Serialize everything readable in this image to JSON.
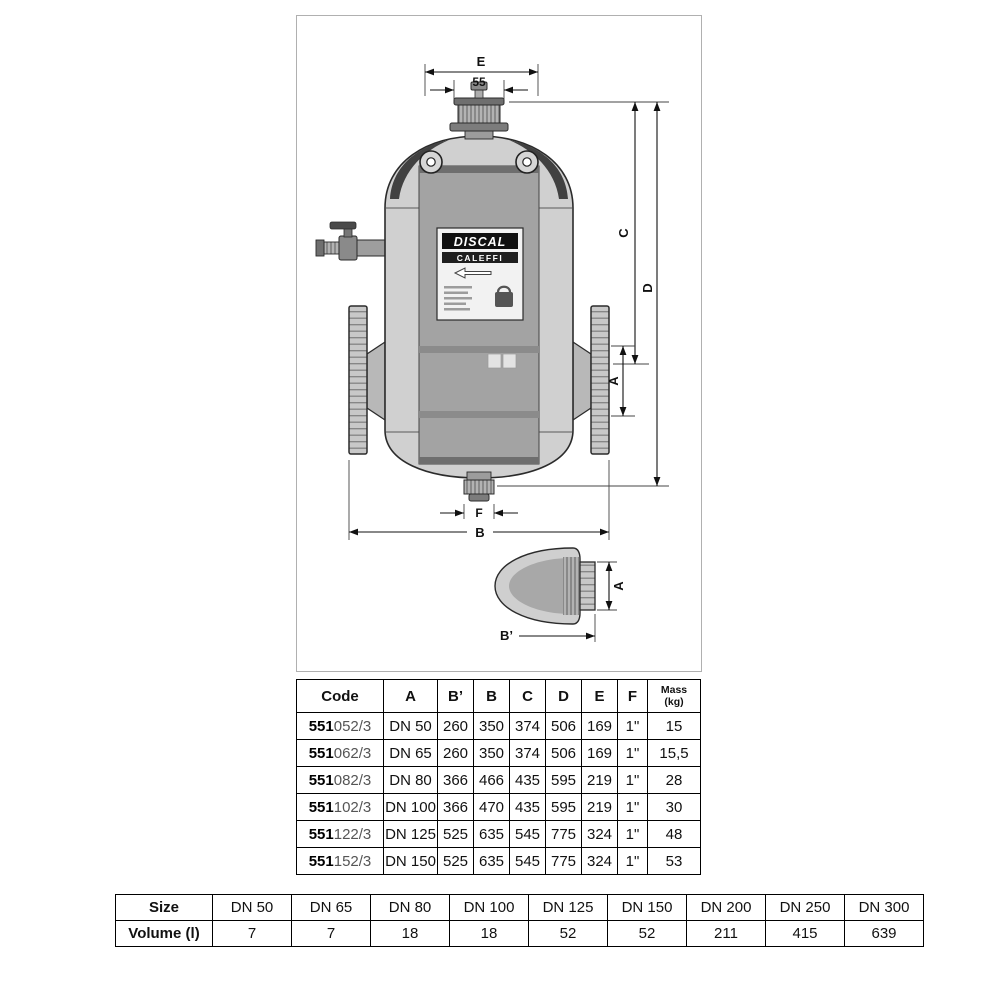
{
  "drawing": {
    "plate": {
      "brand": "DISCAL",
      "maker": "CALEFFI"
    },
    "dims": {
      "e": "E",
      "vent_width": "55",
      "c": "C",
      "d": "D",
      "a_right": "A",
      "f": "F",
      "b": "B",
      "a_detail": "A",
      "b_prime_detail": "B’"
    }
  },
  "dim_table": {
    "headers": {
      "code": "Code",
      "a": "A",
      "b_prime": "B’",
      "b": "B",
      "c": "C",
      "d": "D",
      "e": "E",
      "f": "F",
      "mass_line1": "Mass",
      "mass_line2": "(kg)"
    },
    "rows": [
      {
        "code_bold": "551",
        "code_rest": "052/3",
        "a": "DN 50",
        "b_prime": "260",
        "b": "350",
        "c": "374",
        "d": "506",
        "e": "169",
        "f": "1\"",
        "mass": "15"
      },
      {
        "code_bold": "551",
        "code_rest": "062/3",
        "a": "DN 65",
        "b_prime": "260",
        "b": "350",
        "c": "374",
        "d": "506",
        "e": "169",
        "f": "1\"",
        "mass": "15,5"
      },
      {
        "code_bold": "551",
        "code_rest": "082/3",
        "a": "DN 80",
        "b_prime": "366",
        "b": "466",
        "c": "435",
        "d": "595",
        "e": "219",
        "f": "1\"",
        "mass": "28"
      },
      {
        "code_bold": "551",
        "code_rest": "102/3",
        "a": "DN 100",
        "b_prime": "366",
        "b": "470",
        "c": "435",
        "d": "595",
        "e": "219",
        "f": "1\"",
        "mass": "30"
      },
      {
        "code_bold": "551",
        "code_rest": "122/3",
        "a": "DN 125",
        "b_prime": "525",
        "b": "635",
        "c": "545",
        "d": "775",
        "e": "324",
        "f": "1\"",
        "mass": "48"
      },
      {
        "code_bold": "551",
        "code_rest": "152/3",
        "a": "DN 150",
        "b_prime": "525",
        "b": "635",
        "c": "545",
        "d": "775",
        "e": "324",
        "f": "1\"",
        "mass": "53"
      }
    ]
  },
  "volume_table": {
    "size_label": "Size",
    "volume_label": "Volume (l)",
    "columns": [
      {
        "size": "DN 50",
        "volume": "7"
      },
      {
        "size": "DN 65",
        "volume": "7"
      },
      {
        "size": "DN 80",
        "volume": "18"
      },
      {
        "size": "DN 100",
        "volume": "18"
      },
      {
        "size": "DN 125",
        "volume": "52"
      },
      {
        "size": "DN 150",
        "volume": "52"
      },
      {
        "size": "DN 200",
        "volume": "211"
      },
      {
        "size": "DN 250",
        "volume": "415"
      },
      {
        "size": "DN 300",
        "volume": "639"
      }
    ]
  }
}
